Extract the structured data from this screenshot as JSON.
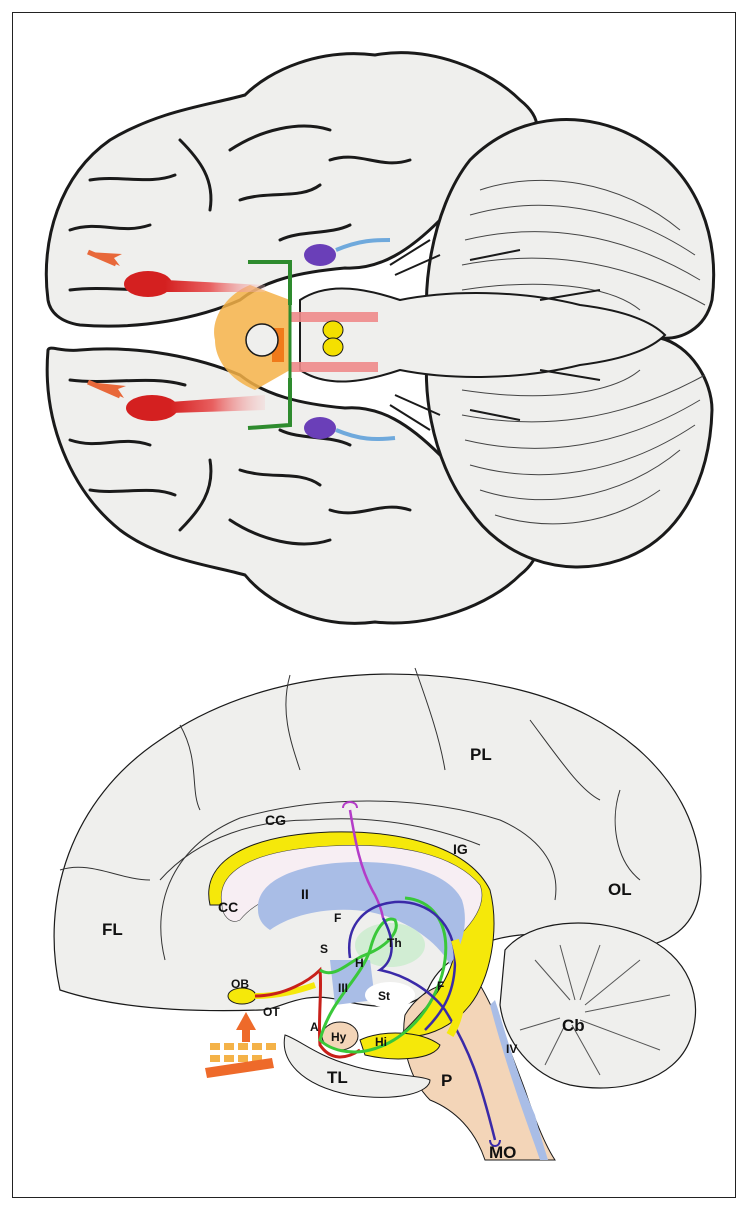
{
  "figure": {
    "top_panel": {
      "view": "ventral",
      "arrow_color": "#e8683a"
    },
    "bottom_panel": {
      "labels": {
        "pl": "PL",
        "cg": "CG",
        "ig": "IG",
        "ol": "OL",
        "fl": "FL",
        "cc": "CC",
        "ii": "II",
        "f_upper": "F",
        "th": "Th",
        "s": "S",
        "h": "H",
        "f_right": "F",
        "iii": "III",
        "st": "St",
        "ob": "OB",
        "ot": "OT",
        "a": "A",
        "hy": "Hy",
        "hi": "Hi",
        "iv": "IV",
        "cb": "Cb",
        "tl": "TL",
        "p": "P",
        "mo": "MO"
      }
    }
  },
  "colors": {
    "cortex_fill": "#efefed",
    "outline": "#1a1a1a",
    "red_bulb": "#d42020",
    "orange_halo": "#f4b248",
    "orange_bar": "#f07a1a",
    "green_tract": "#2e8b2e",
    "purple_body": "#6a3fb8",
    "blue_tract": "#6fa9dc",
    "pink_band": "#ee8a8a",
    "yellow_body": "#f4e000",
    "limbic_yellow": "#f5e80a",
    "ventricle_blue": "#a9bde6",
    "brainstem": "#f3d5b8",
    "pathway_purple": "#b43cc8",
    "pathway_navy": "#3a2aa8",
    "pathway_green": "#3ac83a",
    "pathway_red": "#c8201a",
    "arrow_orange": "#ee6a2a"
  }
}
